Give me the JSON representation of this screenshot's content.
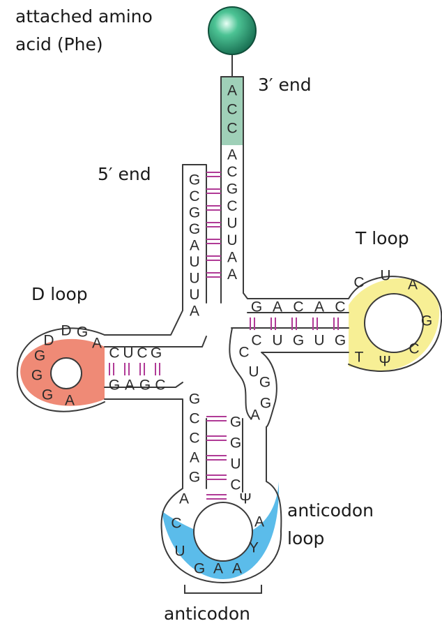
{
  "labels": {
    "amino_acid_line1": "attached amino",
    "amino_acid_line2": "acid (Phe)",
    "three_end": "3′ end",
    "five_end": "5′ end",
    "t_loop": "T loop",
    "d_loop": "D loop",
    "anticodon_loop_line1": "anticodon",
    "anticodon_loop_line2": "loop",
    "anticodon": "anticodon"
  },
  "colors": {
    "amino_acid": "#2fa57c",
    "acceptor_end": "#9fd0b8",
    "d_loop": "#ef8a76",
    "t_loop": "#f7ef95",
    "anticodon_loop": "#5bbcea",
    "bond": "#b03a96",
    "outline": "#3a3a3a"
  },
  "sequences": {
    "acceptor_3prime_end": [
      "A",
      "C",
      "C"
    ],
    "acceptor_3prime_stem": [
      "A",
      "C",
      "G",
      "C",
      "U",
      "U",
      "A",
      "A"
    ],
    "acceptor_5prime_stem": [
      "G",
      "C",
      "G",
      "G",
      "A",
      "U",
      "U",
      "U",
      "A"
    ],
    "d_stem_top": [
      "C",
      "U",
      "C",
      "G"
    ],
    "d_loop": [
      "A",
      "G",
      "D",
      "D",
      "G",
      "G",
      "G",
      "A"
    ],
    "d_stem_bottom": [
      "G",
      "A",
      "G",
      "C"
    ],
    "t_stem_top": [
      "G",
      "A",
      "C",
      "A",
      "C"
    ],
    "t_loop": [
      "C",
      "U",
      "A",
      "G",
      "C",
      "Ψ",
      "T"
    ],
    "t_stem_bottom": [
      "C",
      "U",
      "G",
      "U",
      "G"
    ],
    "variable_loop": [
      "C",
      "U",
      "G",
      "G",
      "A"
    ],
    "anticodon_stem_left": [
      "G",
      "C",
      "C",
      "A",
      "G"
    ],
    "anticodon_stem_right": [
      "G",
      "G",
      "U",
      "C"
    ],
    "anticodon_loop": [
      "A",
      "C",
      "U",
      "G",
      "A",
      "A",
      "Y",
      "A",
      "Ψ"
    ]
  }
}
